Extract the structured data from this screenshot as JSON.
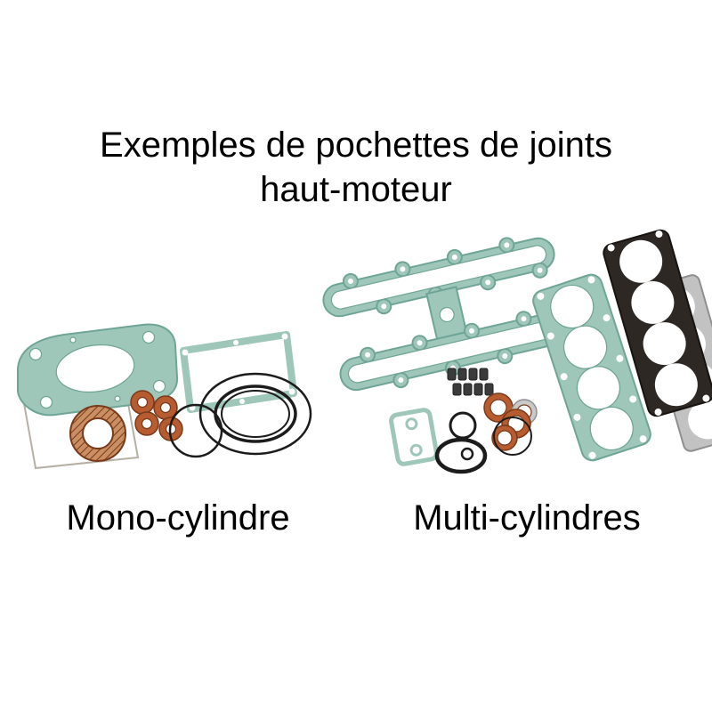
{
  "title": {
    "line1": "Exemples de pochettes de joints",
    "line2": "haut-moteur"
  },
  "captions": {
    "mono": "Mono-cylindre",
    "multi": "Multi-cylindres"
  },
  "colors": {
    "gasket_teal": "#9ec6b9",
    "gasket_teal_dark": "#6fa596",
    "o_ring_black": "#1c1c1c",
    "copper": "#b65c30",
    "copper_dark": "#7a3a1a",
    "copper_light": "#c98f63",
    "dark_gasket": "#2e2825",
    "metal_gray": "#c2c2c2",
    "background": "#ffffff",
    "text": "#000000"
  }
}
